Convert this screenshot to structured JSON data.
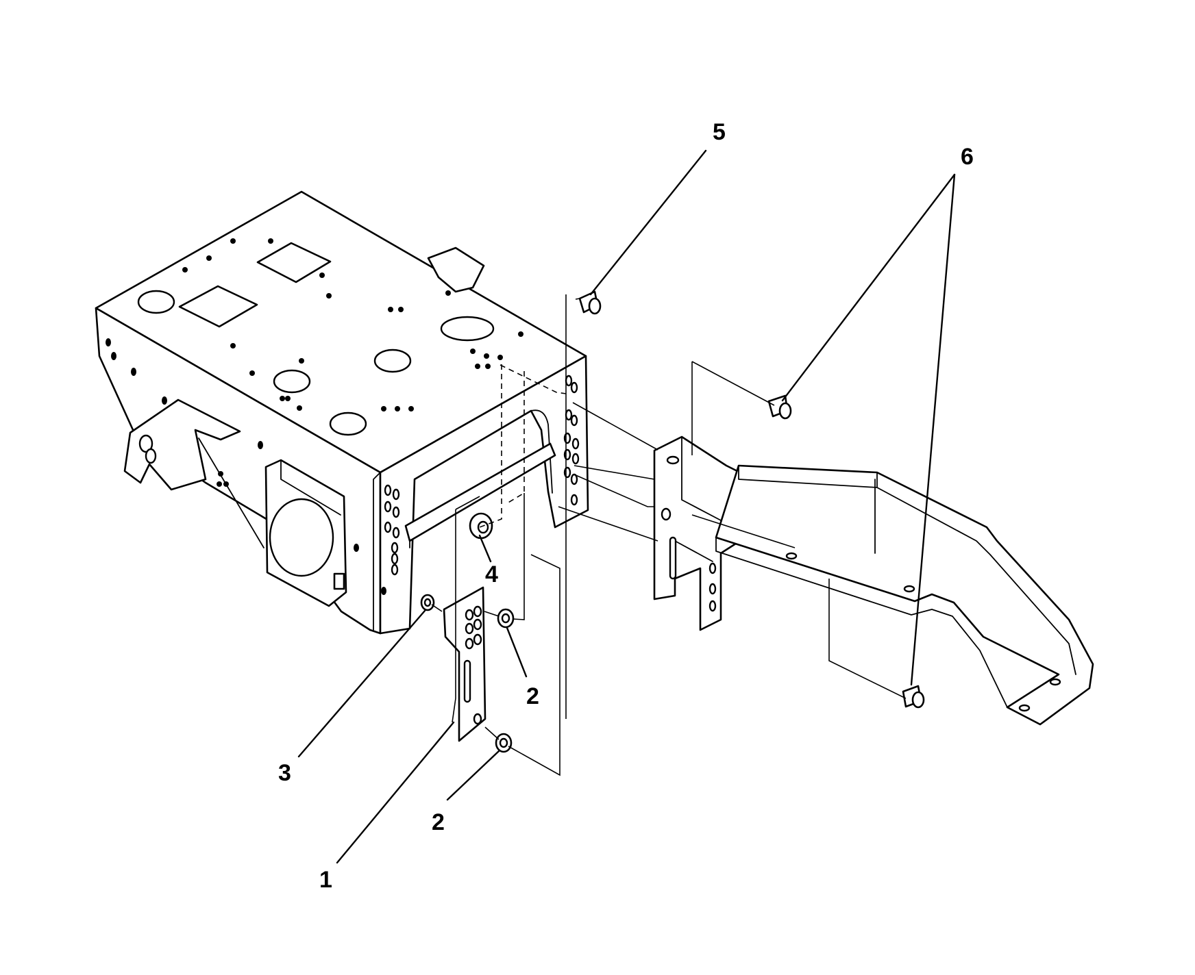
{
  "callouts": [
    {
      "id": "c1",
      "label": "1"
    },
    {
      "id": "c2a",
      "label": "2"
    },
    {
      "id": "c2b",
      "label": "2"
    },
    {
      "id": "c3",
      "label": "3"
    },
    {
      "id": "c4",
      "label": "4"
    },
    {
      "id": "c5",
      "label": "5"
    },
    {
      "id": "c6",
      "label": "6"
    }
  ]
}
